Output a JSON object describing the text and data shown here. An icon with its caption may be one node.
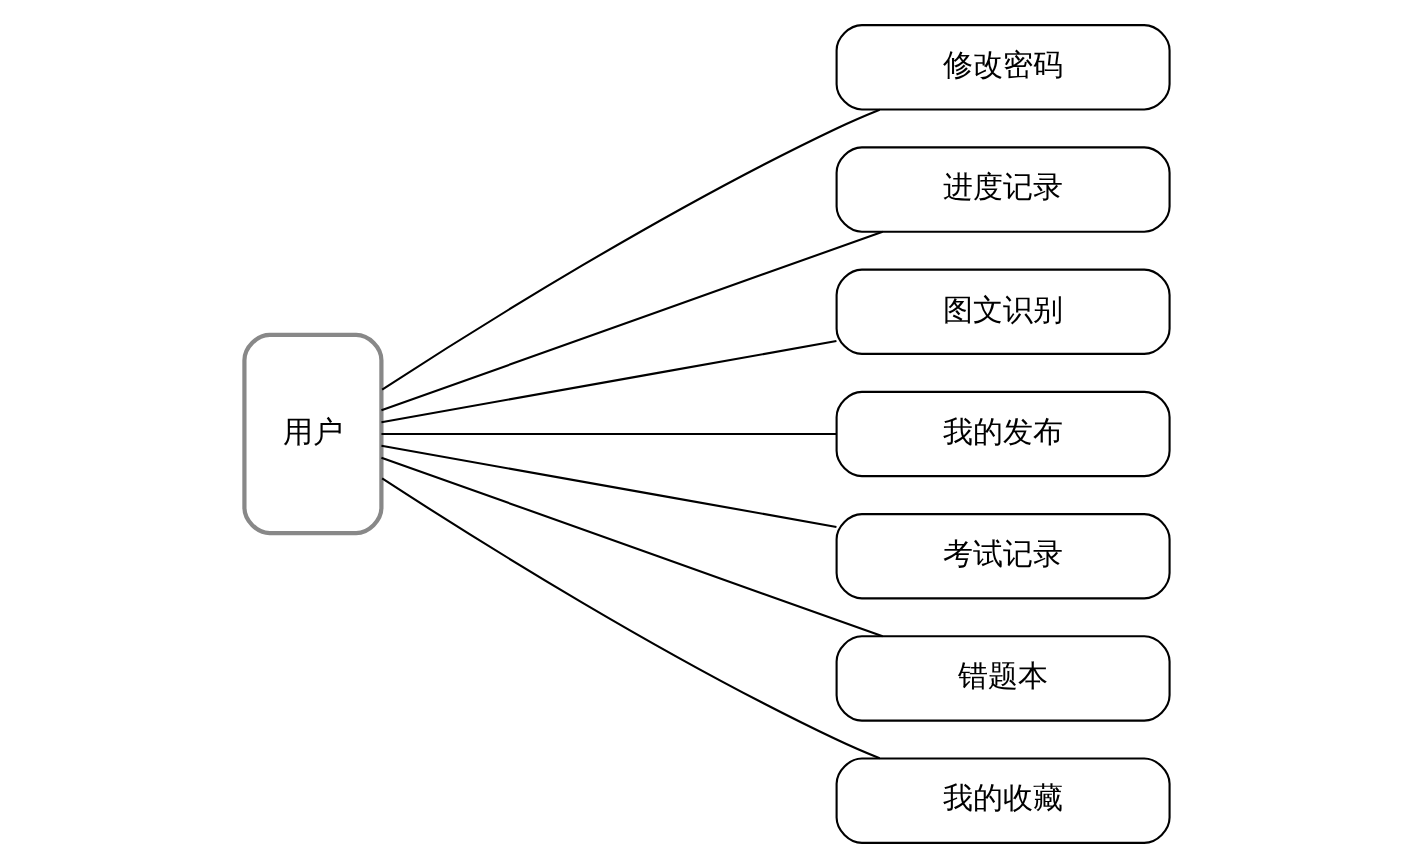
{
  "diagram": {
    "nodes": [
      {
        "text": [
          "用户"
        ]
      },
      {
        "text": [
          "修改密码"
        ]
      },
      {
        "text": [
          "进度记录"
        ]
      },
      {
        "text": [
          "图文识别"
        ]
      },
      {
        "text": [
          "我的发布"
        ]
      },
      {
        "text": [
          "考试记录"
        ]
      },
      {
        "text": [
          "错题本"
        ]
      },
      {
        "text": [
          "我的收藏"
        ]
      }
    ],
    "edges": [
      {
        "from": 0,
        "to": 1,
        "arrow": "none"
      },
      {
        "from": 0,
        "to": 2,
        "arrow": "none"
      },
      {
        "from": 0,
        "to": 3,
        "arrow": "none"
      },
      {
        "from": 0,
        "to": 4,
        "arrow": "none"
      },
      {
        "from": 0,
        "to": 5,
        "arrow": "none"
      },
      {
        "from": 0,
        "to": 6,
        "arrow": "none"
      },
      {
        "from": 0,
        "to": 7,
        "arrow": "none"
      }
    ]
  }
}
